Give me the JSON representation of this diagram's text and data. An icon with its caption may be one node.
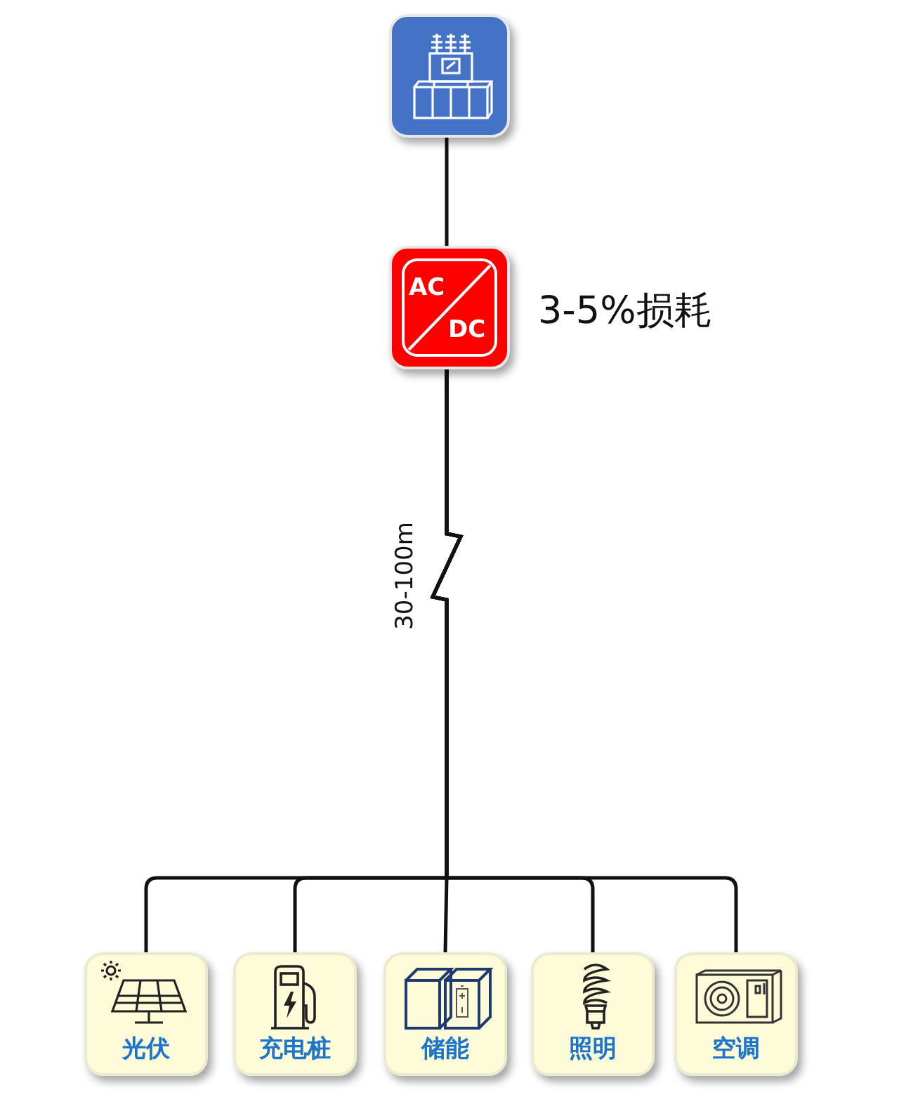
{
  "diagram": {
    "nodes": [
      {
        "text": [],
        "shape": "picture"
      },
      {
        "text": [
          "AC",
          "DC"
        ],
        "beside": [
          "3-5%损耗"
        ]
      },
      {
        "text": [
          "光伏"
        ]
      },
      {
        "text": [
          "充电桩"
        ]
      },
      {
        "text": [
          "储能"
        ]
      },
      {
        "text": [
          "照明"
        ]
      },
      {
        "text": [
          "空调"
        ]
      }
    ],
    "edges": [
      {
        "from": 0,
        "to": 1,
        "arrow": "none"
      },
      {
        "from": 1,
        "to": 2,
        "arrow": "none"
      },
      {
        "from": 1,
        "to": 3,
        "arrow": "none"
      },
      {
        "from": 1,
        "to": 4,
        "arrow": "none"
      },
      {
        "from": 1,
        "to": 5,
        "arrow": "none"
      },
      {
        "from": 1,
        "to": 6,
        "arrow": "none"
      }
    ],
    "labels": [
      "30-100m"
    ]
  }
}
